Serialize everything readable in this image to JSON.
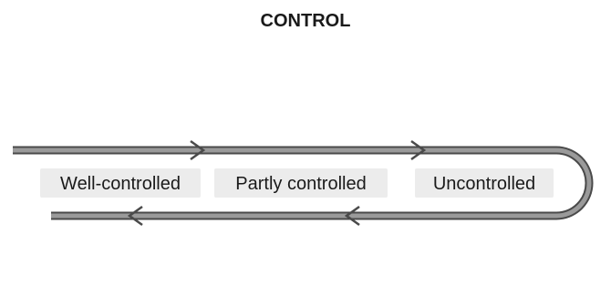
{
  "title": "CONTROL",
  "zones": [
    {
      "label": "Well-controlled"
    },
    {
      "label": "Partly controlled"
    },
    {
      "label": "Uncontrolled"
    }
  ],
  "colors": {
    "gradient": [
      "#8cb3e6",
      "#5b4fb6",
      "#5a2a9a",
      "#c0184d",
      "#e8202a"
    ],
    "arrow_fill": "#9a9a9a",
    "arrow_stroke": "#4a4a4a",
    "label_box": "#ececec",
    "text": "#1a1a1a"
  },
  "icons": [
    "forward-arrow-icon",
    "backward-arrow-icon"
  ]
}
